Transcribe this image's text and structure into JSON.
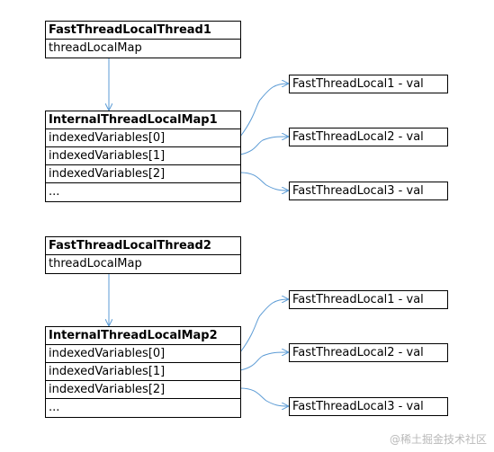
{
  "groups": [
    {
      "thread": {
        "title": "FastThreadLocalThread1",
        "field": "threadLocalMap"
      },
      "map": {
        "title": "InternalThreadLocalMap1",
        "rows": [
          "indexedVariables[0]",
          "indexedVariables[1]",
          "indexedVariables[2]",
          "..."
        ]
      },
      "values": [
        "FastThreadLocal1 - val",
        "FastThreadLocal2 - val",
        "FastThreadLocal3 - val"
      ]
    },
    {
      "thread": {
        "title": "FastThreadLocalThread2",
        "field": "threadLocalMap"
      },
      "map": {
        "title": "InternalThreadLocalMap2",
        "rows": [
          "indexedVariables[0]",
          "indexedVariables[1]",
          "indexedVariables[2]",
          "..."
        ]
      },
      "values": [
        "FastThreadLocal1 - val",
        "FastThreadLocal2 - val",
        "FastThreadLocal3 - val"
      ]
    }
  ],
  "watermark": "@稀土掘金技术社区",
  "colors": {
    "arrow": "#5b9bd5",
    "border": "#000000"
  }
}
